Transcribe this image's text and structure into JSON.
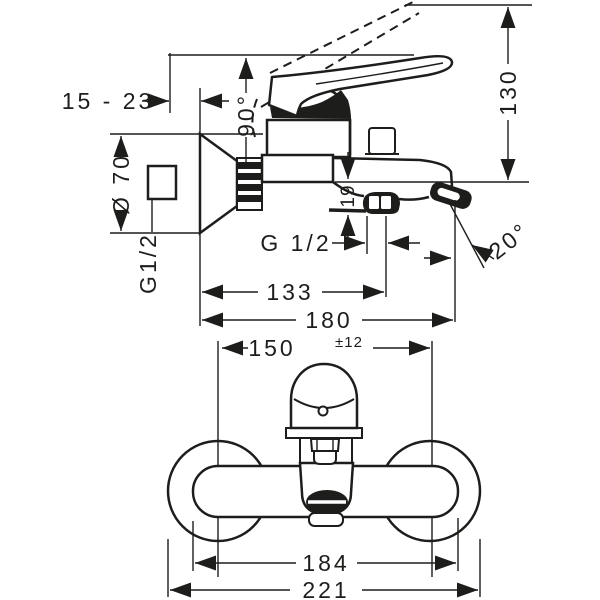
{
  "drawing": {
    "description": "Wall-mounted single-lever bath mixer technical dimension drawing, side view and front view",
    "ink_color": "#1d1d1b",
    "background_color": "#ffffff",
    "side_view": {
      "wall_depth_range": "15 - 23",
      "escutcheon_diameter": "Ø 70",
      "inlet_thread": "G1/2",
      "handle_swing_angle": "90°",
      "overall_height": "130",
      "outlet_offset": "19",
      "shower_outlet_thread": "G 1/2",
      "spout_angle": "20°",
      "spout_reach": "133",
      "overall_depth": "180"
    },
    "front_view": {
      "connection_centers": "150",
      "connection_tolerance": "±12",
      "body_width": "184",
      "overall_width": "221"
    }
  }
}
